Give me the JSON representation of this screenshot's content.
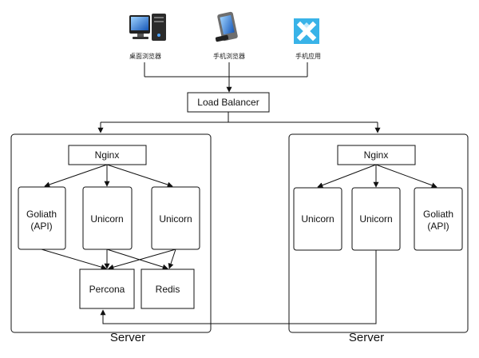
{
  "clients": [
    {
      "label": "桌面浏览器",
      "icon": "desktop-computer-icon"
    },
    {
      "label": "手机浏览器",
      "icon": "mobile-phone-icon"
    },
    {
      "label": "手机应用",
      "icon": "mobile-app-icon"
    }
  ],
  "load_balancer": {
    "label": "Load Balancer"
  },
  "servers": [
    {
      "label": "Server",
      "nginx": "Nginx",
      "apps": [
        {
          "line1": "Goliath",
          "line2": "(API)"
        },
        {
          "line1": "Unicorn",
          "line2": ""
        },
        {
          "line1": "Unicorn",
          "line2": ""
        }
      ],
      "datastores": [
        {
          "label": "Percona"
        },
        {
          "label": "Redis"
        }
      ]
    },
    {
      "label": "Server",
      "nginx": "Nginx",
      "apps": [
        {
          "line1": "Unicorn",
          "line2": ""
        },
        {
          "line1": "Unicorn",
          "line2": ""
        },
        {
          "line1": "Goliath",
          "line2": "(API)"
        }
      ]
    }
  ],
  "colors": {
    "stroke": "#111111",
    "app_icon_blue": "#39b3e8"
  }
}
